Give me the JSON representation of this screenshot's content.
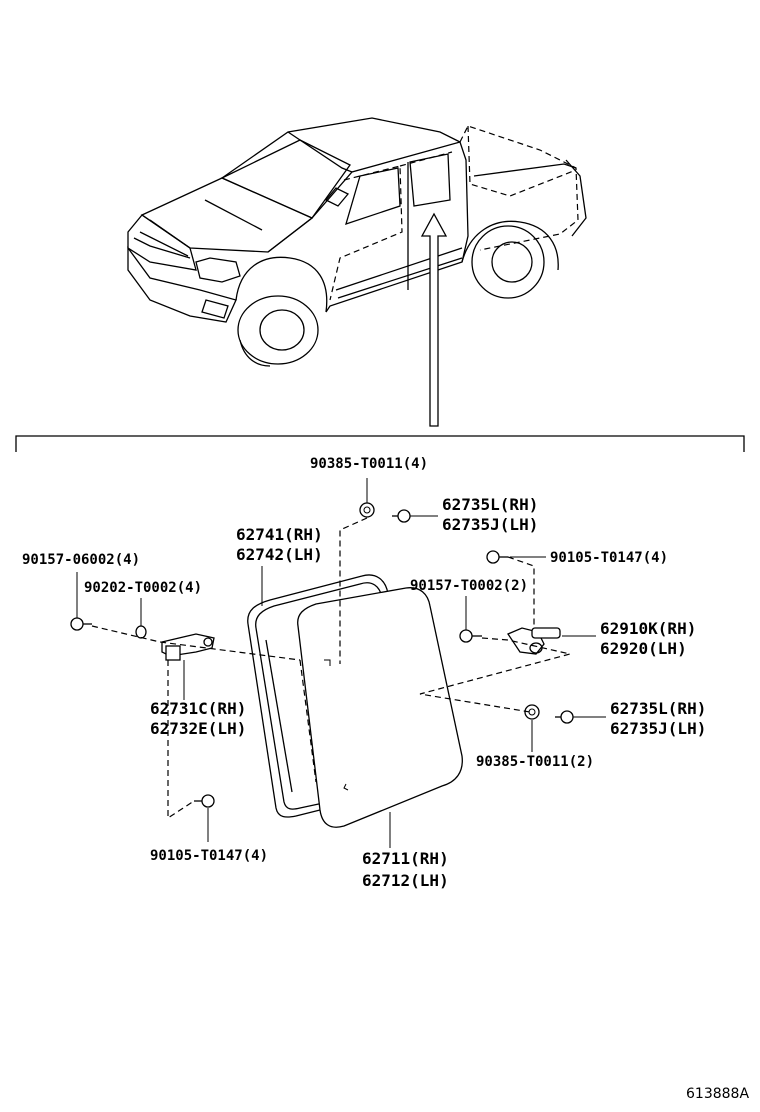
{
  "reference_code": "613888A",
  "labels": {
    "nut_top": "90385-T0011(4)",
    "cap_top_rh": "62735L(RH)",
    "cap_top_lh": "62735J(LH)",
    "weatherstrip_rh": "62741(RH)",
    "weatherstrip_lh": "62742(LH)",
    "screw_left": "90157-06002(4)",
    "washer_left": "90202-T0002(4)",
    "screw_right_top": "90105-T0147(4)",
    "screw_right_mid": "90157-T0002(2)",
    "latch_rh": "62910K(RH)",
    "latch_lh": "62920(LH)",
    "hinge_rh": "62731C(RH)",
    "hinge_lh": "62732E(LH)",
    "cap_bottom_rh": "62735L(RH)",
    "cap_bottom_lh": "62735J(LH)",
    "nut_bottom": "90385-T0011(2)",
    "screw_bottom": "90105-T0147(4)",
    "glass_rh": "62711(RH)",
    "glass_lh": "62712(LH)"
  },
  "icons": {
    "truck": "pickup-truck-illustration",
    "arrow": "location-arrow-icon",
    "glass": "quarter-window-glass",
    "weatherstrip": "window-weatherstrip",
    "hinge": "window-hinge",
    "latch": "window-latch",
    "screw": "screw-icon",
    "nut": "nut-icon",
    "washer": "washer-icon",
    "cap": "cap-icon"
  }
}
